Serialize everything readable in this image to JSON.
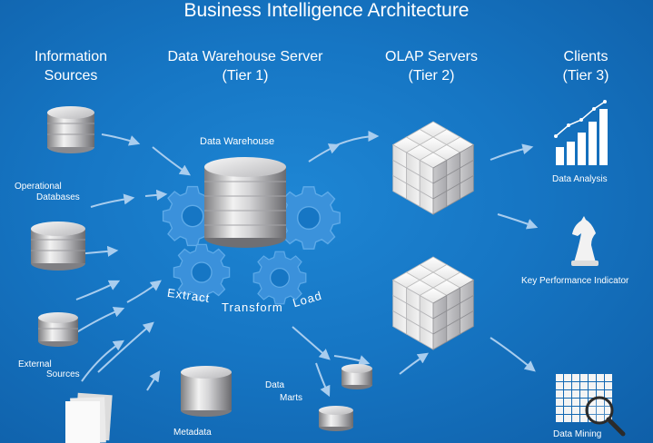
{
  "title": "Business Intelligence Architecture",
  "columns": [
    {
      "line1": "Information",
      "line2": "Sources"
    },
    {
      "line1": "Data Warehouse Server",
      "line2": "(Tier 1)"
    },
    {
      "line1": "OLAP Servers",
      "line2": "(Tier 2)"
    },
    {
      "line1": "Clients",
      "line2": "(Tier 3)"
    }
  ],
  "labels": {
    "data_warehouse": "Data Warehouse",
    "operational_1": "Operational",
    "operational_2": "Databases",
    "external_1": "External",
    "external_2": "Sources",
    "metadata": "Metadata",
    "data_marts_1": "Data",
    "data_marts_2": "Marts",
    "data_analysis": "Data Analysis",
    "kpi": "Key Performance Indicator",
    "data_mining": "Data Mining"
  },
  "etl": [
    "Extract",
    "Transform",
    "Load"
  ],
  "colors": {
    "background": "#1676c4",
    "text": "#ffffff",
    "gear": "#3a8fd8",
    "arrow": "#9fc7ea"
  }
}
